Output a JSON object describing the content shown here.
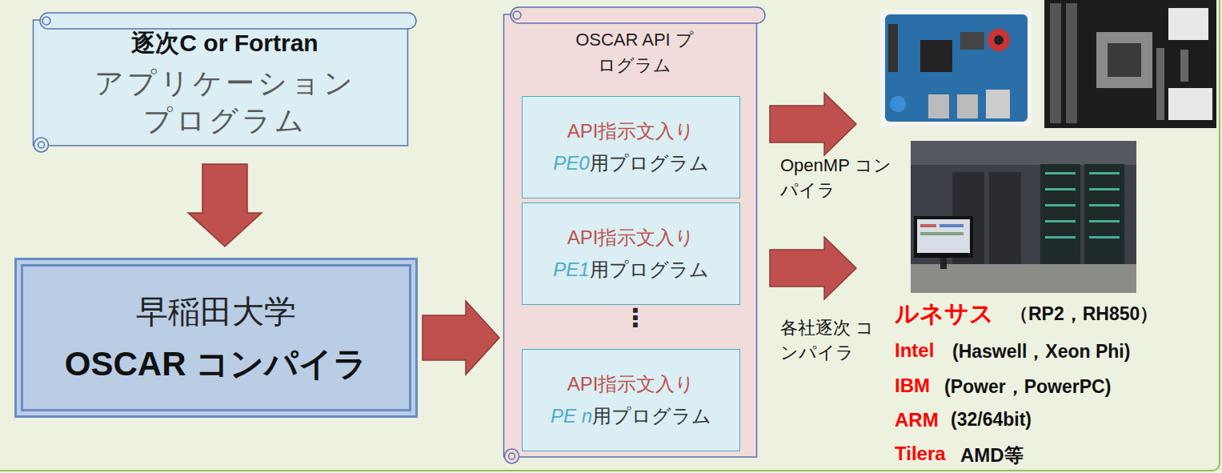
{
  "diagram": {
    "nodes": [
      {
        "text": [
          "逐次C or Fortran",
          "アプリケーション プログラム"
        ]
      },
      {
        "text": [
          "早稲田大学",
          "OSCAR コンパイラ"
        ]
      },
      {
        "text": [
          "OSCAR API プログラム"
        ]
      },
      {
        "text": [
          "API指示文入り",
          "PE0",
          "用プログラム"
        ],
        "in": 2
      },
      {
        "text": [
          "API指示文入り",
          "PE1",
          "用プログラム"
        ],
        "in": 2
      },
      {
        "text": [
          "API指示文入り",
          "PE n",
          "用プログラム"
        ],
        "in": 2
      }
    ],
    "edges": [
      {
        "from": 0,
        "to": 1,
        "arrow": "to"
      },
      {
        "from": 1,
        "to": 2,
        "arrow": "to"
      }
    ],
    "labels": [
      "⋮",
      "OpenMP コンパイラ",
      "各社逐次 コンパイラ",
      "ルネサス",
      "（RP2，RH850）",
      "Intel",
      "(Haswell，Xeon Phi)",
      "IBM",
      "(Power，PowerPC)",
      "ARM",
      "(32/64bit)",
      "Tilera",
      "AMD等"
    ]
  }
}
